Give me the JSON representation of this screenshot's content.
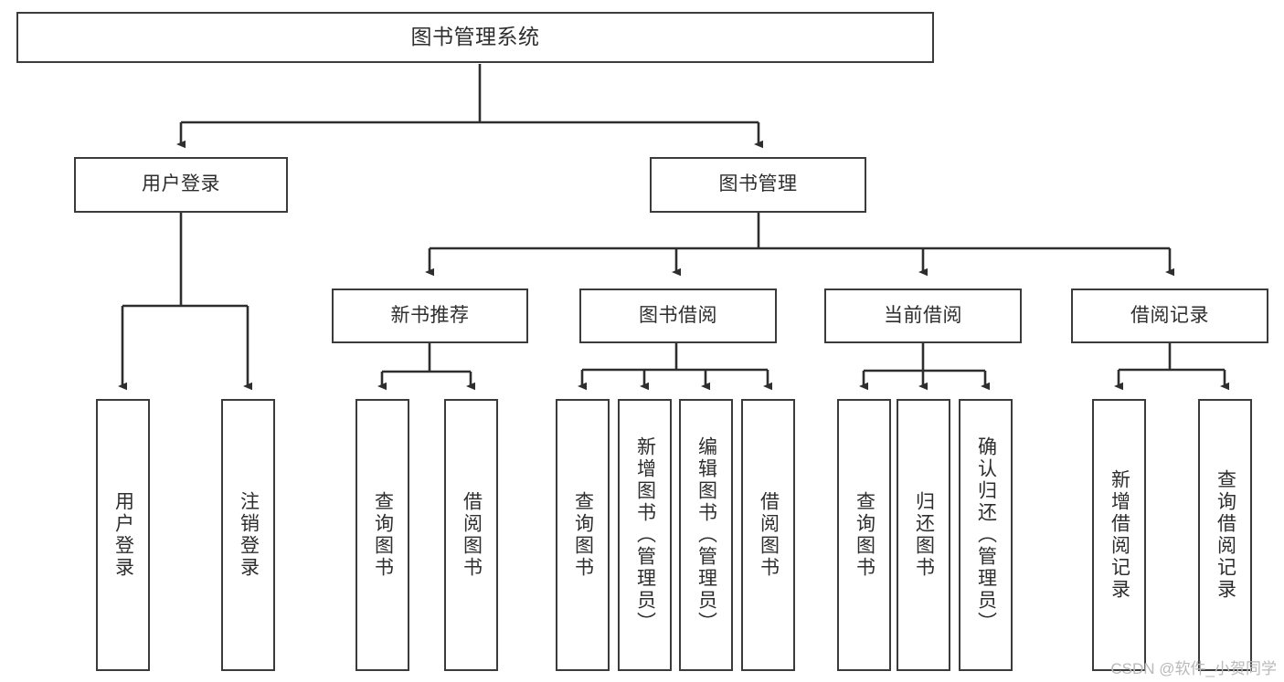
{
  "diagram": {
    "title": "图书管理系统",
    "type": "hierarchy-tree",
    "colors": {
      "box_border": "#3b3b3b",
      "box_fill": "#ffffff",
      "connector": "#2e2e2e",
      "text": "#2e2e2e",
      "watermark": "#b9b9b9"
    },
    "root": {
      "label": "图书管理系统"
    },
    "level1": [
      {
        "label": "用户登录"
      },
      {
        "label": "图书管理"
      }
    ],
    "level2": [
      {
        "label": "新书推荐"
      },
      {
        "label": "图书借阅"
      },
      {
        "label": "当前借阅"
      },
      {
        "label": "借阅记录"
      }
    ],
    "leaves": {
      "user_login": [
        {
          "label": "用户登录"
        },
        {
          "label": "注销登录"
        }
      ],
      "new_book_recommend": [
        {
          "label": "查询图书"
        },
        {
          "label": "借阅图书"
        }
      ],
      "book_borrow": [
        {
          "label": "查询图书"
        },
        {
          "label": "新增图书（管理员）"
        },
        {
          "label": "编辑图书（管理员）"
        },
        {
          "label": "借阅图书"
        }
      ],
      "current_borrow": [
        {
          "label": "查询图书"
        },
        {
          "label": "归还图书"
        },
        {
          "label": "确认归还（管理员）"
        }
      ],
      "borrow_record": [
        {
          "label": "新增借阅记录"
        },
        {
          "label": "查询借阅记录"
        }
      ]
    }
  },
  "watermark": {
    "text": "CSDN @软件_小贺同学"
  }
}
